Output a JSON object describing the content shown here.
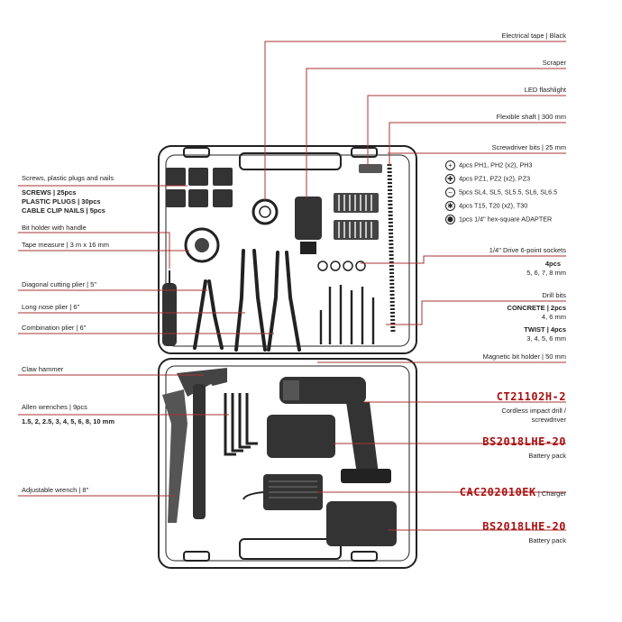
{
  "left_labels": {
    "screws_title": "Screws, plastic plugs and nails",
    "screws_l1": "SCREWS | 25pcs",
    "screws_l2": "PLASTIC PLUGS | 30pcs",
    "screws_l3": "CABLE CLIP NAILS | 5pcs",
    "bit_holder": "Bit holder with handle",
    "tape": "Tape measure | 3 m x 16 mm",
    "diag_plier": "Diagonal cutting plier | 5\"",
    "long_nose": "Long nose plier | 6\"",
    "combo_plier": "Combination plier | 6\"",
    "claw_hammer": "Claw hammer",
    "allen_title": "Allen wrenches | 9pcs",
    "allen_sizes": "1.5, 2, 2.5, 3, 4, 5, 6, 8, 10 mm",
    "adj_wrench": "Adjustable wrench | 8\""
  },
  "right_labels": {
    "elec_tape": "Electrical tape | Black",
    "scraper": "Scraper",
    "led": "LED flashlight",
    "flex_shaft": "Flexible shaft | 300 mm",
    "screwdriver_bits": "Screwdriver bits | 25 mm",
    "bits": [
      {
        "icon": "+",
        "text": "4pcs PH1, PH2 (x2), PH3"
      },
      {
        "icon": "✚",
        "text": "4pcs PZ1, PZ2 (x2), PZ3"
      },
      {
        "icon": "−",
        "text": "5pcs SL4, SL5, SL5.5, SL6, SL6.5"
      },
      {
        "icon": "✱",
        "text": "4pcs T15, T20 (x2), T30"
      },
      {
        "icon": "⬢",
        "text": "1pcs 1/4\" hex-square ADAPTER"
      }
    ],
    "sockets_title": "1/4\" Drive 6-point sockets",
    "sockets_l1": "4pcs",
    "sockets_l2": "5, 6, 7, 8 mm",
    "drill_bits": "Drill bits",
    "concrete": "CONCRETE | 2pcs",
    "concrete_sizes": "4, 6 mm",
    "twist": "TWIST | 4pcs",
    "twist_sizes": "3, 4, 5, 6 mm",
    "mag_holder": "Magnetic bit holder | 50 mm",
    "drill_model": "CT21102H-2",
    "drill_desc1": "Cordless impact drill /",
    "drill_desc2": "screwdriver",
    "battery_model_1": "BS2018LHE-20",
    "battery_desc_1": "Battery pack",
    "charger_model": "CAC202010EK",
    "charger_suffix": "| Charger",
    "battery_model_2": "BS2018LHE-20",
    "battery_desc_2": "Battery pack"
  },
  "colors": {
    "leader": "#a33",
    "outline": "#222",
    "accent": "#a11"
  }
}
